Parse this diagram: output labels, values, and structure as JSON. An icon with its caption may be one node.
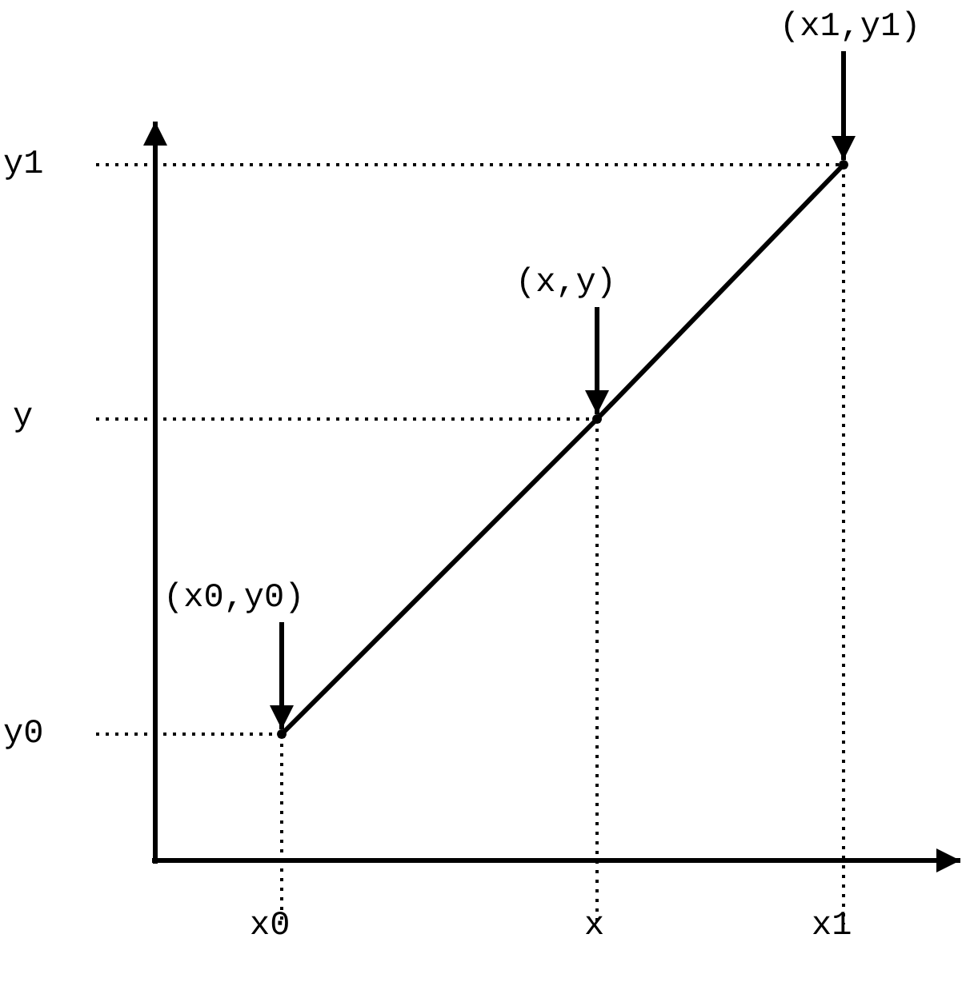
{
  "diagram": {
    "nodes": [
      {
        "text": [
          "(x1,y1)"
        ]
      },
      {
        "text": [],
        "shape": "point"
      },
      {
        "text": [
          "(x,y)"
        ]
      },
      {
        "text": [],
        "shape": "point"
      },
      {
        "text": [
          "(x0,y0)"
        ]
      },
      {
        "text": [],
        "shape": "point"
      }
    ],
    "edges": [
      {
        "from": 0,
        "to": 1,
        "arrow": "to"
      },
      {
        "from": 2,
        "to": 3,
        "arrow": "to"
      },
      {
        "from": 4,
        "to": 5,
        "arrow": "to"
      },
      {
        "from": 5,
        "to": 3,
        "arrow": "none"
      },
      {
        "from": 3,
        "to": 1,
        "arrow": "none"
      }
    ],
    "labels": [
      "y1",
      "y",
      "y0",
      "x0",
      "x",
      "x1"
    ]
  }
}
